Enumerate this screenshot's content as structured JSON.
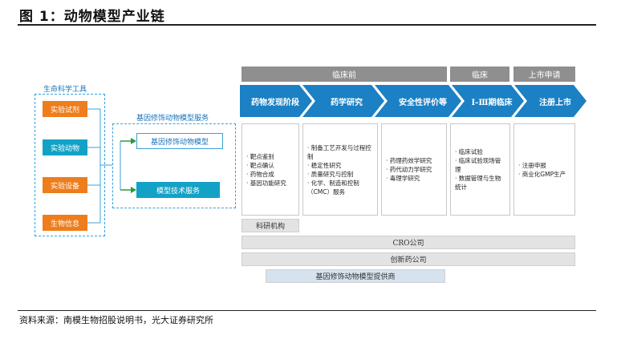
{
  "figure_title": "图 1：动物模型产业链",
  "life_science_tools": {
    "label": "生命科学工具",
    "items": [
      {
        "label": "实验试剂",
        "color": "#ee7d1c"
      },
      {
        "label": "实验动物",
        "color": "#13a2c6"
      },
      {
        "label": "实验设备",
        "color": "#ee7d1c"
      },
      {
        "label": "生物信息",
        "color": "#ee7d1c"
      }
    ]
  },
  "gene_modified_services": {
    "label": "基因修饰动物模型服务",
    "items": [
      "基因修饰动物模型",
      "模型技术服务"
    ]
  },
  "phases": [
    {
      "label": "临床前"
    },
    {
      "label": "临床"
    },
    {
      "label": "上市申请"
    }
  ],
  "stages": [
    {
      "label": "药物发现阶段",
      "items": [
        "靶点鉴别",
        "靶点确认",
        "药物合成",
        "基因功能研究"
      ]
    },
    {
      "label": "药学研究",
      "items": [
        "制备工艺开发与过程控制",
        "稳定性研究",
        "质量研究与控制",
        "化学、制造和控制（CMC）服务"
      ]
    },
    {
      "label": "安全性评价等",
      "items": [
        "药理药效学研究",
        "药代动力学研究",
        "毒理学研究"
      ]
    },
    {
      "label": "Ⅰ-Ⅲ期临床",
      "items": [
        "临床试验",
        "临床试验现场管理",
        "数据管理与生物统计"
      ]
    },
    {
      "label": "注册上市",
      "items": [
        "注册申报",
        "商业化GMP生产"
      ]
    }
  ],
  "participants": {
    "research": "科研机构",
    "cro": "CRO公司",
    "innovative": "创新药公司",
    "provider": "基因修饰动物模型提供商"
  },
  "colors": {
    "arrow_blue": "#1b80c4",
    "phase_gray": "#8f8f8f",
    "orange": "#ee7d1c",
    "teal": "#13a2c6"
  },
  "source": "资料来源：南模生物招股说明书，光大证券研究所"
}
